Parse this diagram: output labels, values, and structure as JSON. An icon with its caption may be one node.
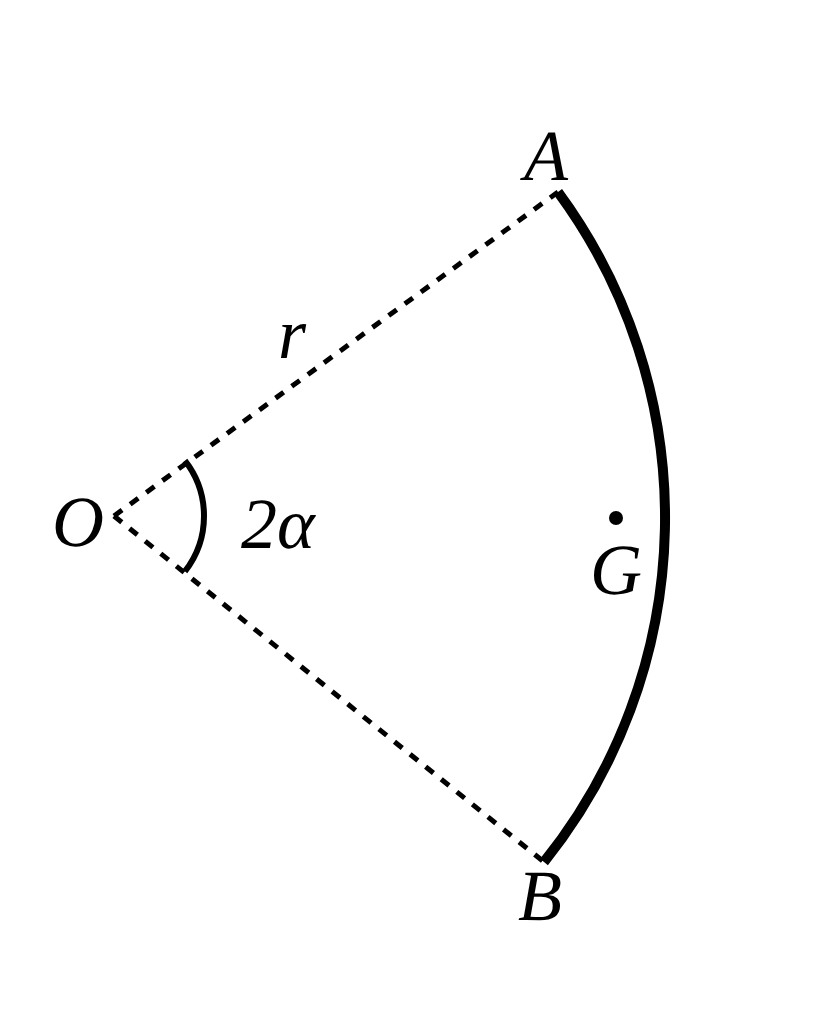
{
  "diagram": {
    "nodes": [
      {
        "text": [
          "O"
        ]
      },
      {
        "text": [
          "A"
        ]
      },
      {
        "text": [
          "B"
        ]
      }
    ],
    "edges": [
      {
        "from": 0,
        "to": 1,
        "arrow": "none",
        "style": "dashed",
        "label": "r"
      },
      {
        "from": 0,
        "to": 2,
        "arrow": "none",
        "style": "dashed"
      },
      {
        "from": 1,
        "to": 2,
        "arrow": "none",
        "style": "thick"
      }
    ],
    "labels": [
      "2α",
      "G"
    ]
  }
}
